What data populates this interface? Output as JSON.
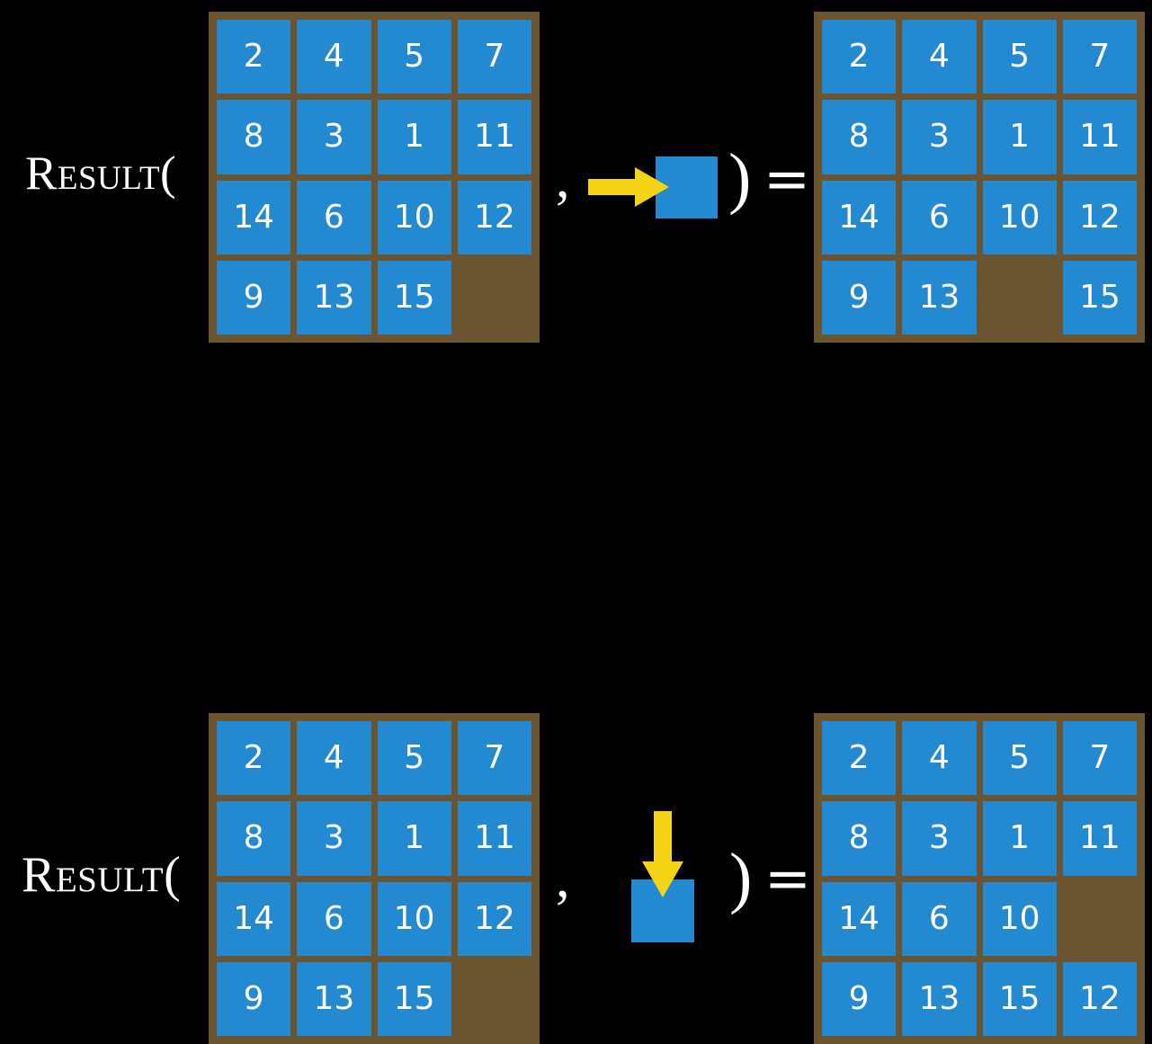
{
  "background_color": "#000000",
  "palette": {
    "board_frame": "#6B5430",
    "tile_fill": "#2389D0",
    "tile_text": "#FFFFFF",
    "arrow": "#F5D416",
    "text": "#FFFFFF"
  },
  "rows": [
    {
      "id": "top",
      "label": "Result(",
      "comma": ",",
      "close_paren": ")",
      "equals": "=",
      "move": {
        "direction": "right",
        "arrow_icon": "arrow-right-icon"
      },
      "input_grid": {
        "columns": 4,
        "rows": 4,
        "cells": [
          [
            "2",
            "4",
            "5",
            "7"
          ],
          [
            "8",
            "3",
            "1",
            "11"
          ],
          [
            "14",
            "6",
            "10",
            "12"
          ],
          [
            "9",
            "13",
            "15",
            ""
          ]
        ]
      },
      "output_grid": {
        "columns": 4,
        "rows": 4,
        "cells": [
          [
            "2",
            "4",
            "5",
            "7"
          ],
          [
            "8",
            "3",
            "1",
            "11"
          ],
          [
            "14",
            "6",
            "10",
            "12"
          ],
          [
            "9",
            "13",
            "",
            "15"
          ]
        ]
      }
    },
    {
      "id": "bottom",
      "label": "Result(",
      "comma": ",",
      "close_paren": ")",
      "equals": "=",
      "move": {
        "direction": "down",
        "arrow_icon": "arrow-down-icon"
      },
      "input_grid": {
        "columns": 4,
        "rows": 4,
        "cells": [
          [
            "2",
            "4",
            "5",
            "7"
          ],
          [
            "8",
            "3",
            "1",
            "11"
          ],
          [
            "14",
            "6",
            "10",
            "12"
          ],
          [
            "9",
            "13",
            "15",
            ""
          ]
        ]
      },
      "output_grid": {
        "columns": 4,
        "rows": 4,
        "cells": [
          [
            "2",
            "4",
            "5",
            "7"
          ],
          [
            "8",
            "3",
            "1",
            "11"
          ],
          [
            "14",
            "6",
            "10",
            ""
          ],
          [
            "9",
            "13",
            "15",
            "12"
          ]
        ]
      }
    }
  ]
}
